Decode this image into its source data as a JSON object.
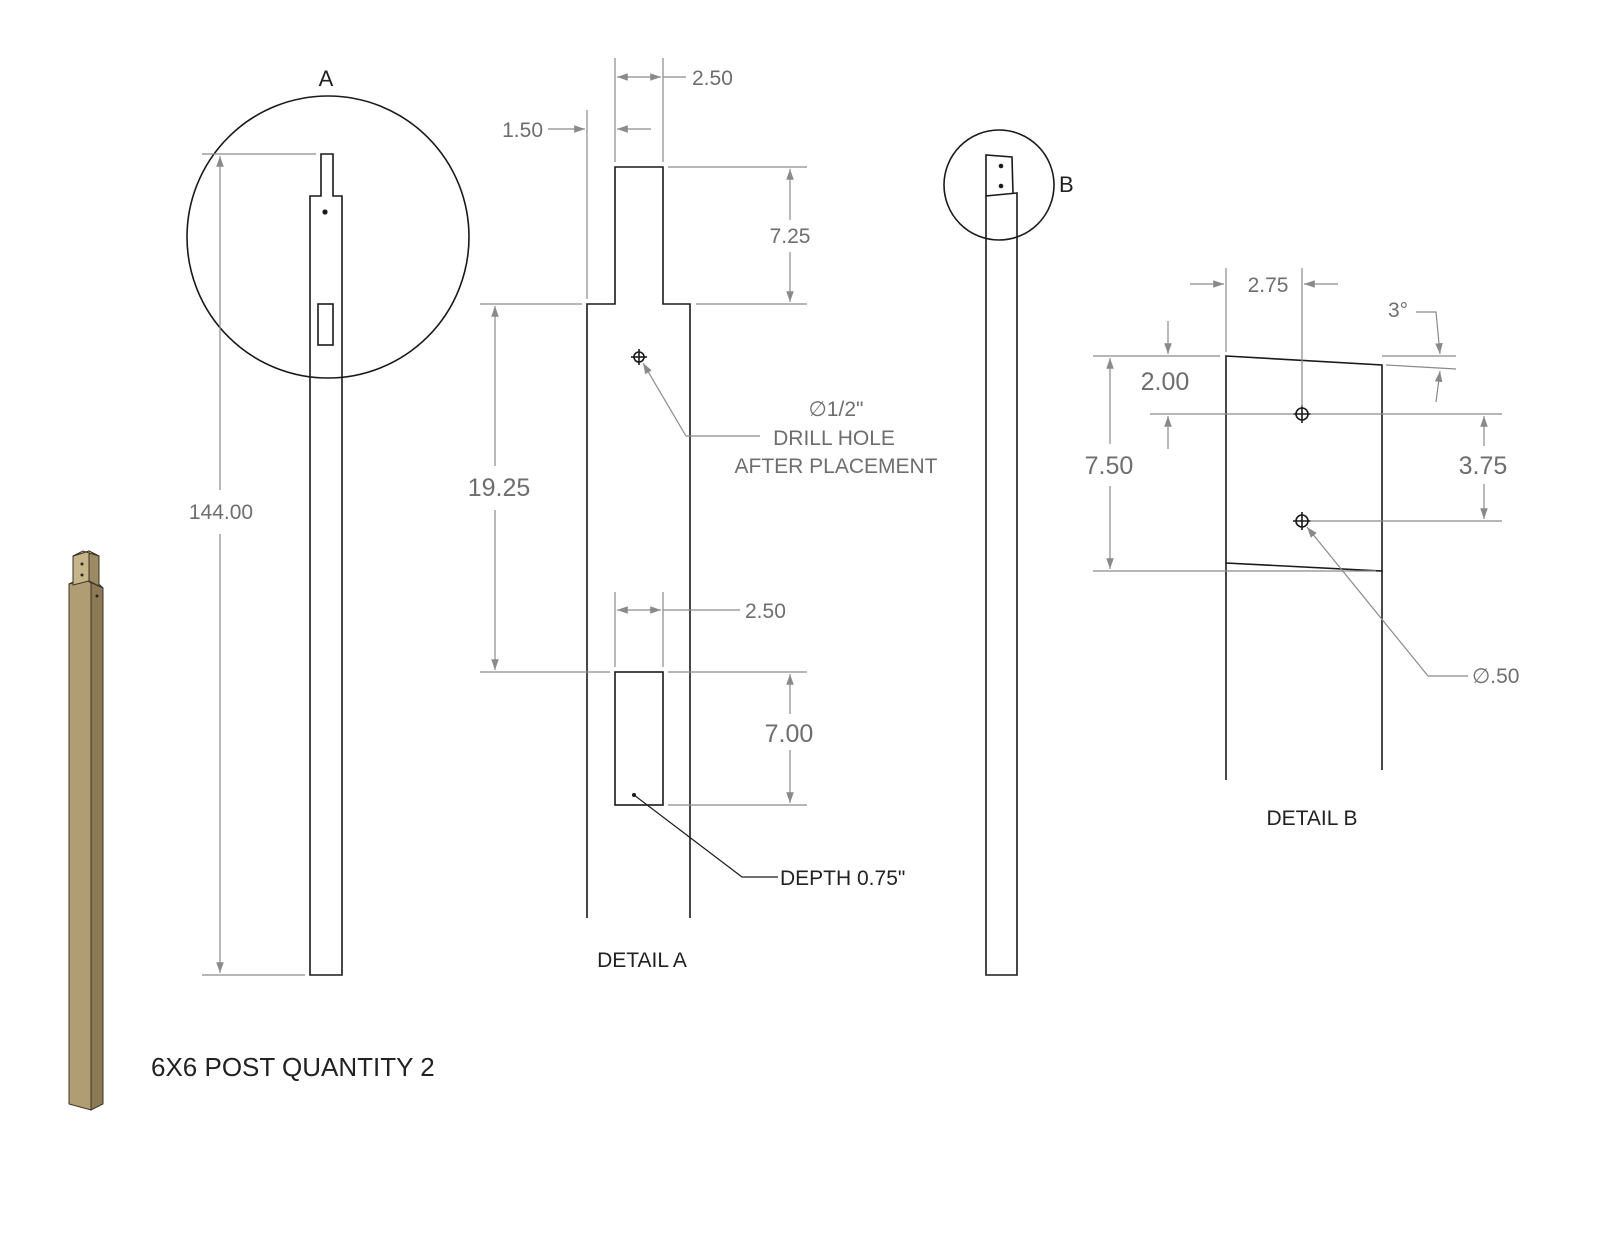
{
  "colors": {
    "outline": "#1a1a1a",
    "dimension": "#8a8a8a",
    "dimension_text": "#6e6e6e",
    "wood": "#b9a47c"
  },
  "main_view": {
    "detail_circle_label": "A",
    "length_dim": "144.00"
  },
  "detail_a": {
    "top_width_dim": "2.50",
    "shoulder_dim": "1.50",
    "tenon_length_dim": "7.25",
    "hole_offset_dim": "19.25",
    "hole_note_line1": "∅1/2\"",
    "hole_note_line2": "DRILL HOLE",
    "hole_note_line3": "AFTER PLACEMENT",
    "mortise_width_dim": "2.50",
    "mortise_length_dim": "7.00",
    "depth_note": "DEPTH 0.75\"",
    "title": "DETAIL A"
  },
  "side_view": {
    "detail_circle_label": "B"
  },
  "detail_b": {
    "hole_x_dim": "2.75",
    "angle_dim": "3°",
    "top_hole_dim": "2.00",
    "height_dim": "7.50",
    "hole_spacing_dim": "3.75",
    "hole_dia_note": "∅.50",
    "title": "DETAIL B"
  },
  "part_note": "6X6 POST QUANTITY 2"
}
